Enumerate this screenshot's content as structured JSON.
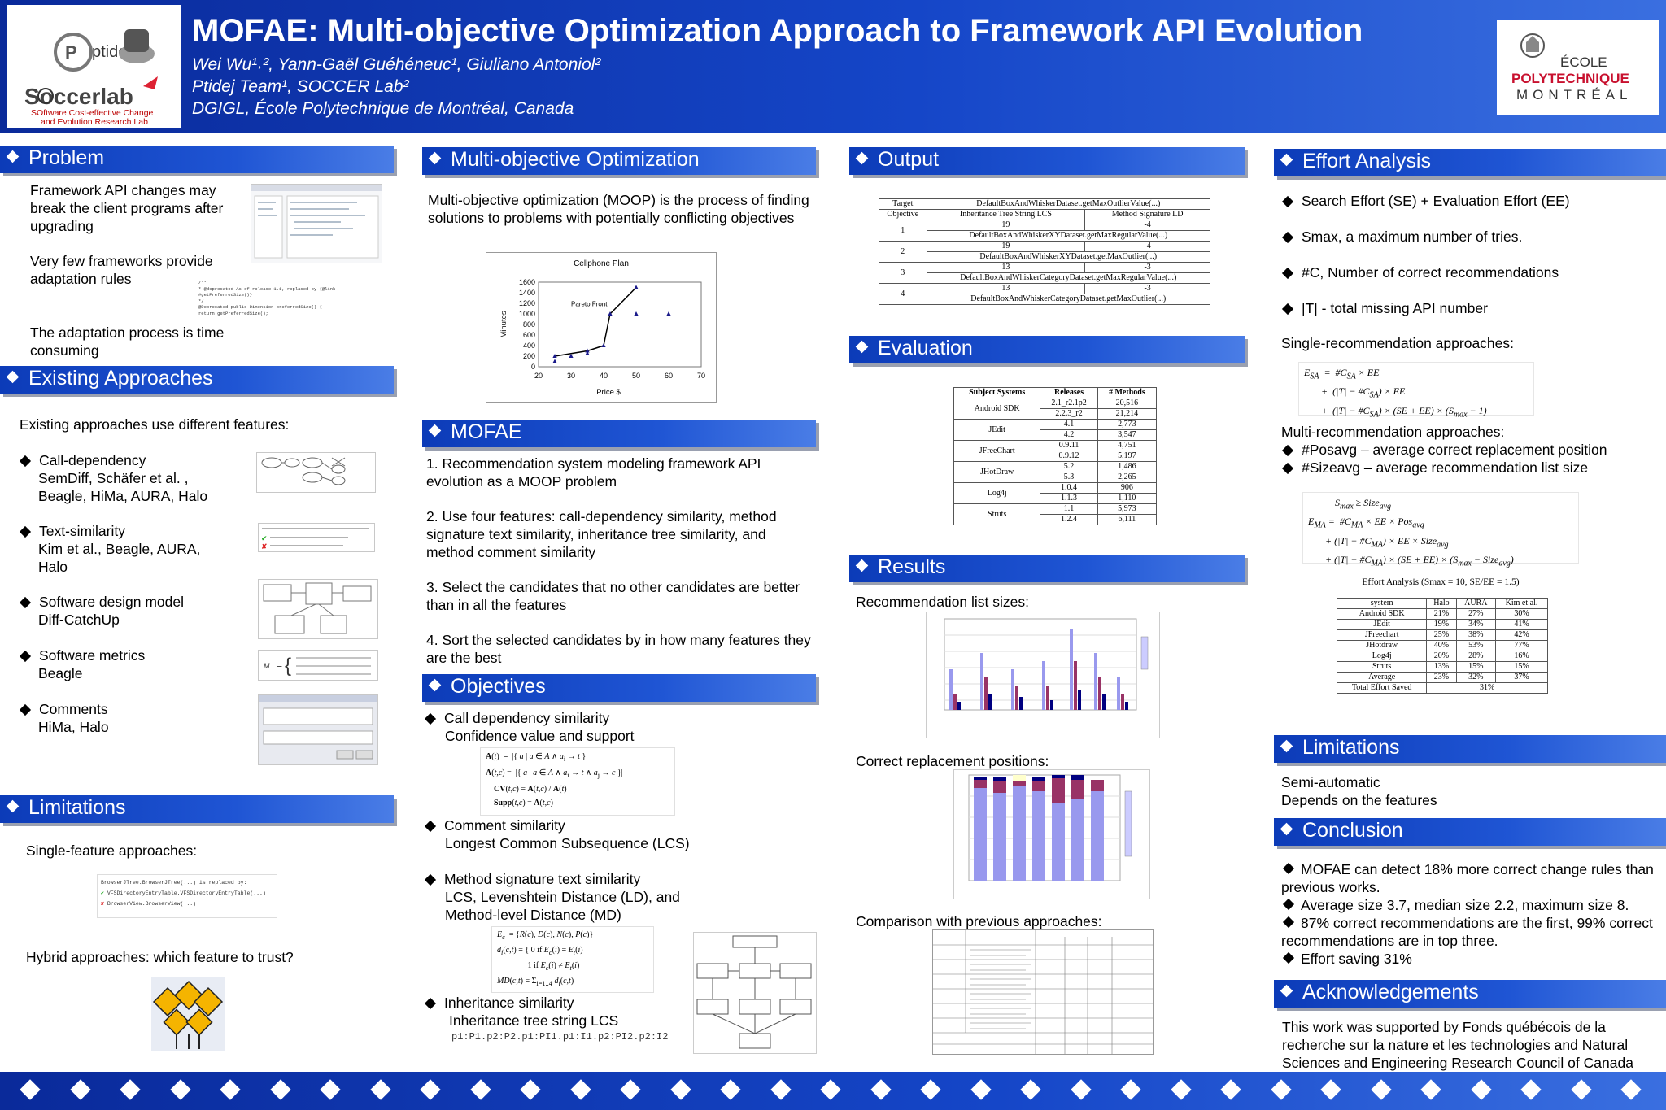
{
  "header": {
    "title": "MOFAE: Multi-objective Optimization Approach to Framework API Evolution",
    "authors": "Wei Wu¹˒², Yann-Gaël Guéhéneuc¹, Giuliano Antoniol²",
    "teams": "Ptidej Team¹, SOCCER Lab²",
    "affiliation": "DGIGL, École Polytechnique de Montréal, Canada",
    "logo_left": {
      "ptidej": "ptidej",
      "soccerlab": "Soccerlab",
      "tagline1": "SOftware Cost-effective Change",
      "tagline2": "and Evolution Research Lab"
    },
    "logo_right": {
      "l1": "ÉCOLE",
      "l2": "POLYTECHNIQUE",
      "l3": "MONTRÉAL"
    }
  },
  "problem": {
    "title": "Problem",
    "p1": "Framework API changes may break the client programs after upgrading",
    "p2": "Very few frameworks provide adaptation rules",
    "p3": "The adaptation process is time consuming",
    "code1": "/**",
    "code2": " * @deprecated  As of release 1.1, replaced by {@link #getPreferredSize()}",
    "code3": " */",
    "code4": "@Deprecated public Dimension preferredSize() {",
    "code5": "  return getPreferredSize();"
  },
  "existing": {
    "title": "Existing Approaches",
    "intro": "Existing approaches use different features:",
    "items": [
      {
        "head": "Call-dependency",
        "sub": "SemDiff, Schäfer et al. , Beagle, HiMa, AURA, Halo"
      },
      {
        "head": "Text-similarity",
        "sub": "Kim et al., Beagle, AURA, Halo"
      },
      {
        "head": "Software design model",
        "sub": "Diff-CatchUp"
      },
      {
        "head": "Software metrics",
        "sub": "Beagle"
      },
      {
        "head": "Comments",
        "sub": "HiMa, Halo"
      }
    ]
  },
  "limitations_left": {
    "title": "Limitations",
    "single": "Single-feature approaches:",
    "hybrid": "Hybrid approaches: which feature to trust?",
    "code1": "BrowserJTree.BrowserJTree(...) is replaced by:",
    "code2": "VFSDirectoryEntryTable.VFSDirectoryEntryTable(...)",
    "code3": "BrowserView.BrowserView(...)"
  },
  "moo": {
    "title": "Multi-objective Optimization",
    "text": "Multi-objective optimization (MOOP) is the process of finding solutions to problems with potentially conflicting objectives",
    "chart_title": "Cellphone Plan",
    "xlabel": "Price $",
    "ylabel": "Minutes",
    "pareto_label": "Pareto Front"
  },
  "mofae": {
    "title": "MOFAE",
    "s1": "1. Recommendation system modeling framework API evolution as a MOOP problem",
    "s2": "2. Use four features: call-dependency similarity, method signature text similarity, inheritance tree similarity, and method comment similarity",
    "s3": "3. Select the candidates that no other candidates are better than in all the features",
    "s4": "4. Sort the selected candidates by in how many features they are the best"
  },
  "objectives": {
    "title": "Objectives",
    "o1": "Call dependency similarity",
    "o1s": "Confidence value and support",
    "o2": "Comment similarity",
    "o2s": "Longest Common Subsequence (LCS)",
    "o3": "Method signature text similarity",
    "o3s": "LCS, Levenshtein Distance (LD), and Method-level Distance (MD)",
    "o4": "Inheritance similarity",
    "o4s": "Inheritance tree string LCS",
    "tree_string": "p1:P1.p2:P2.p1:PI1.p1:I1.p2:PI2.p2:I2"
  },
  "output": {
    "title": "Output",
    "headers": [
      "Target",
      "DefaultBoxAndWhiskerDataset.getMaxOutlierValue(...)"
    ],
    "subheaders": [
      "Objective",
      "Inheritance Tree String LCS",
      "Method Signature LD"
    ],
    "rows": [
      {
        "n": "1",
        "a": "19",
        "b": "-4",
        "m": "DefaultBoxAndWhiskerXYDataset.getMaxRegularValue(...)"
      },
      {
        "n": "2",
        "a": "19",
        "b": "-4",
        "m": "DefaultBoxAndWhiskerXYDataset.getMaxOutlier(...)"
      },
      {
        "n": "3",
        "a": "13",
        "b": "-3",
        "m": "DefaultBoxAndWhiskerCategoryDataset.getMaxRegularValue(...)"
      },
      {
        "n": "4",
        "a": "13",
        "b": "-3",
        "m": "DefaultBoxAndWhiskerCategoryDataset.getMaxOutlier(...)"
      }
    ]
  },
  "evaluation": {
    "title": "Evaluation",
    "headers": [
      "Subject Systems",
      "Releases",
      "# Methods"
    ],
    "rows": [
      {
        "s": "Android SDK",
        "r": [
          "2.1_r2.1p2",
          "2.2.3_r2"
        ],
        "m": [
          "20,516",
          "21,214"
        ]
      },
      {
        "s": "JEdit",
        "r": [
          "4.1",
          "4.2"
        ],
        "m": [
          "2,773",
          "3,547"
        ]
      },
      {
        "s": "JFreeChart",
        "r": [
          "0.9.11",
          "0.9.12"
        ],
        "m": [
          "4,751",
          "5,197"
        ]
      },
      {
        "s": "JHotDraw",
        "r": [
          "5.2",
          "5.3"
        ],
        "m": [
          "1,486",
          "2,265"
        ]
      },
      {
        "s": "Log4j",
        "r": [
          "1.0.4",
          "1.1.3"
        ],
        "m": [
          "906",
          "1,110"
        ]
      },
      {
        "s": "Struts",
        "r": [
          "1.1",
          "1.2.4"
        ],
        "m": [
          "5,973",
          "6,111"
        ]
      }
    ]
  },
  "results": {
    "title": "Results",
    "list_sizes": "Recommendation list sizes:",
    "positions": "Correct replacement positions:",
    "comparison": "Comparison with previous approaches:"
  },
  "effort": {
    "title": "Effort Analysis",
    "b1": "Search Effort (SE) +  Evaluation Effort (EE)",
    "b2": "Smax, a maximum number of tries.",
    "b3": "#C, Number of correct recommendations",
    "b4": "|T| - total missing API number",
    "single": "Single-recommendation approaches:",
    "multi": "Multi-recommendation approaches:",
    "m1": "#Posavg – average correct replacement position",
    "m2": "#Sizeavg – average recommendation list size",
    "table_caption": "Effort Analysis (Smax = 10, SE/EE = 1.5)",
    "table_headers": [
      "system",
      "Halo",
      "AURA",
      "Kim et al."
    ],
    "table_rows": [
      [
        "Android SDK",
        "21%",
        "27%",
        "30%"
      ],
      [
        "JEdit",
        "19%",
        "34%",
        "41%"
      ],
      [
        "JFreechart",
        "25%",
        "38%",
        "42%"
      ],
      [
        "JHotdraw",
        "40%",
        "53%",
        "77%"
      ],
      [
        "Log4j",
        "20%",
        "28%",
        "16%"
      ],
      [
        "Struts",
        "13%",
        "15%",
        "15%"
      ],
      [
        "Average",
        "23%",
        "32%",
        "37%"
      ]
    ],
    "total_label": "Total Effort Saved",
    "total_value": "31%"
  },
  "limitations_right": {
    "title": "Limitations",
    "l1": "Semi-automatic",
    "l2": "Depends on the features"
  },
  "conclusion": {
    "title": "Conclusion",
    "c1": "MOFAE can detect 18% more correct change rules than previous works.",
    "c2": "Average size 3.7, median size 2.2, maximum size 8.",
    "c3": "87% correct recommendations are the first, 99% correct recommendations are in top three.",
    "c4": "Effort saving 31%"
  },
  "ack": {
    "title": "Acknowledgements",
    "text": "This work was supported by Fonds québécois de la recherche sur la nature et les technologies and Natural Sciences and Engineering Research Council of Canada"
  },
  "chart_data": [
    {
      "type": "scatter",
      "title": "Cellphone Plan",
      "xlabel": "Price $",
      "ylabel": "Minutes",
      "xlim": [
        20,
        70
      ],
      "ylim": [
        0,
        1600
      ],
      "xticks": [
        20,
        30,
        40,
        50,
        60,
        70
      ],
      "yticks": [
        0,
        200,
        400,
        600,
        800,
        1000,
        1200,
        1400,
        1600
      ],
      "pareto_front": [
        [
          25,
          200
        ],
        [
          35,
          300
        ],
        [
          40,
          400
        ],
        [
          42,
          1000
        ],
        [
          50,
          1500
        ]
      ],
      "dominated": [
        [
          25,
          100
        ],
        [
          30,
          200
        ],
        [
          35,
          250
        ],
        [
          50,
          1000
        ],
        [
          60,
          1000
        ]
      ],
      "annotation": "Pareto Front"
    }
  ]
}
